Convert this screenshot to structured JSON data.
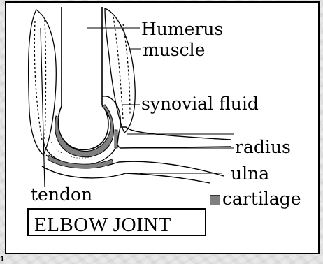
{
  "diagram": {
    "labels": {
      "humerus": "Humerus",
      "muscle": "muscle",
      "synovial_fluid": "synovial  fluid",
      "radius": "radius",
      "ulna": "ulna",
      "tendon": "tendon",
      "cartilage": "cartilage"
    },
    "title": "ELBOW   JOINT",
    "figure_number": "1",
    "colors": {
      "cartilage": "#808080",
      "outline": "#000000",
      "background": "#ffffff"
    }
  }
}
